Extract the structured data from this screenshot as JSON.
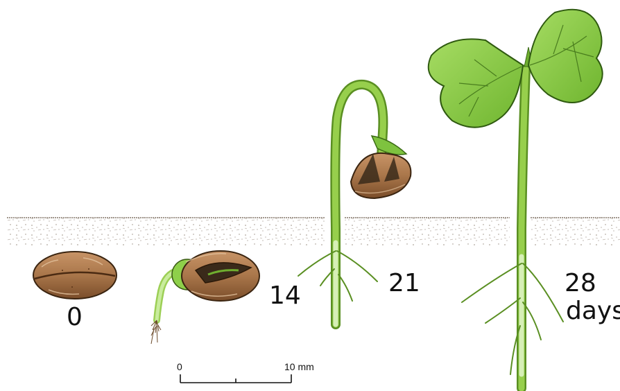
{
  "stages": {
    "s0": {
      "label": "0"
    },
    "s14": {
      "label": "14"
    },
    "s21": {
      "label": "21"
    },
    "s28": {
      "label": "28",
      "unit": "days"
    }
  },
  "scale_bar": {
    "start": "0",
    "end": "10 mm"
  },
  "colors": {
    "soil_dots": "#7a6a5a",
    "seed_coat": "#a9764a",
    "seed_dark": "#5a3418",
    "stem": "#8cc63f",
    "stem_dark": "#5a8f22",
    "root": "#c7e9a4",
    "leaf": "#8fcf4a"
  }
}
